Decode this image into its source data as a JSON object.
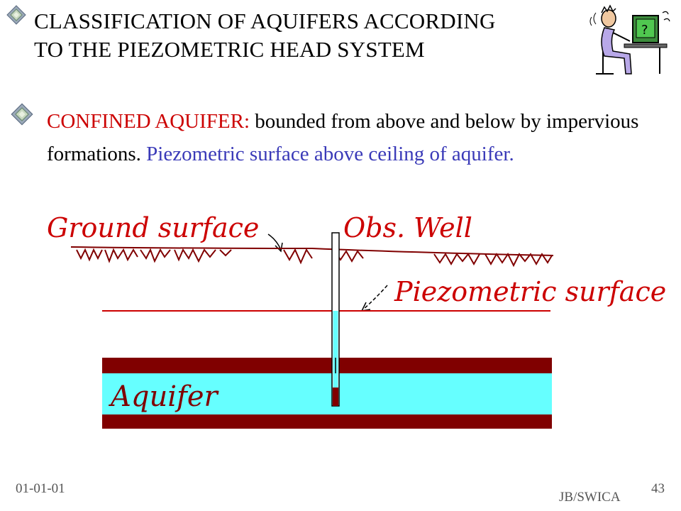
{
  "title": {
    "line1": "CLASSIFICATION  OF AQUIFERS  ACCORDING",
    "line2": "TO THE PIEZOMETRIC HEAD SYSTEM"
  },
  "body": {
    "term": "CONFINED AQUIFER",
    "colon": ":",
    "definition": " bounded from above and below by impervious  formations.",
    "note": " Piezometric  surface above ceiling  of aquifer."
  },
  "diagram": {
    "ground_surface_label": "Ground surface",
    "obs_well_label": "Obs. Well",
    "piezometric_label": "Piezometric surface",
    "aquifer_label": "Aquifer"
  },
  "footer": {
    "date": "01-01-01",
    "author": "JB/SWICA",
    "page": "43"
  },
  "colors": {
    "term_red": "#cc0000",
    "note_blue": "#3a3ab8",
    "aquifer_cyan": "#66ffff",
    "confining_brown": "#800000",
    "label_red": "#cc0000"
  }
}
